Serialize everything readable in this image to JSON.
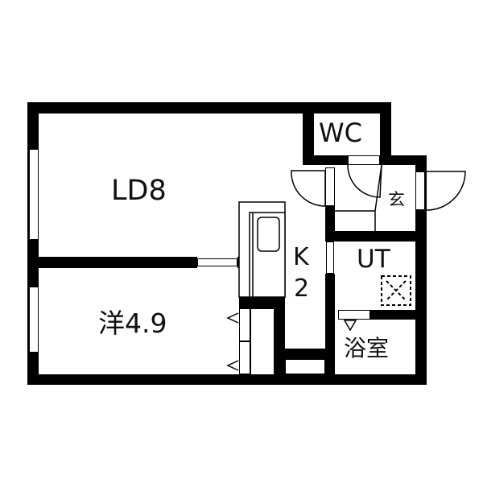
{
  "floorplan": {
    "rooms": [
      {
        "id": "ld",
        "label": "LD8",
        "type": "living-dining",
        "size_jo": 8
      },
      {
        "id": "western",
        "label": "洋4.9",
        "type": "western-room",
        "size_jo": 4.9
      },
      {
        "id": "kitchen",
        "label_line1": "K",
        "label_line2": "2",
        "type": "kitchen",
        "size_jo": 2
      },
      {
        "id": "wc",
        "label": "WC",
        "type": "toilet"
      },
      {
        "id": "entrance",
        "label": "玄",
        "type": "entrance"
      },
      {
        "id": "ut",
        "label": "UT",
        "type": "utility"
      },
      {
        "id": "bath",
        "label": "浴室",
        "type": "bathroom"
      }
    ],
    "colors": {
      "wall": "#000000",
      "background": "#ffffff",
      "text": "#111111"
    }
  }
}
